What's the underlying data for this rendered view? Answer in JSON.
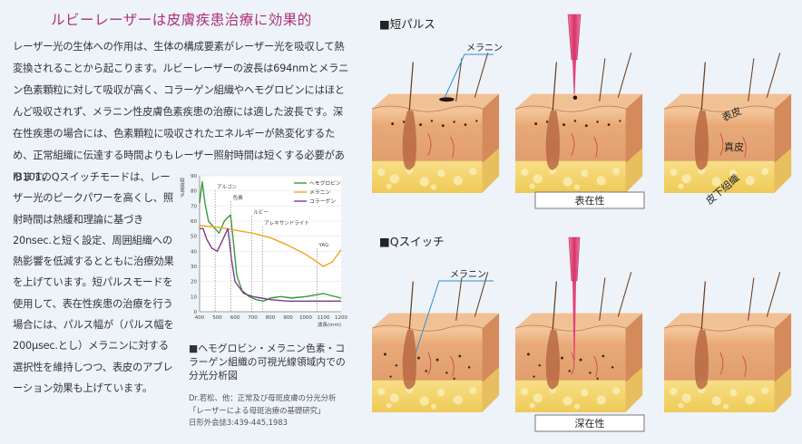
{
  "title": "ルビーレーザーは皮膚疾患治療に効果的",
  "paragraph_full": "レーザー光の生体への作用は、生体の構成要素がレーザー光を吸収して熱変換されることから起こります。ルビーレーザーの波長は694nmとメラニン色素顆粒に対して吸収が高く、コラーゲン組織やヘモグロビンにはほとんど吸収されず、メラニン性皮膚色素疾患の治療には適した波長です。深在性疾患の場合には、色素顆粒に吸収されたエネルギーが熱変化するため、正常組織に伝達する時間よりもレーザー照射時間は短くする必要があります。",
  "paragraph_narrow": "IB101のQスイッチモードは、レーザー光のピークパワーを高くし、照射時間は熱緩和理論に基づき20nsec.と短く設定、周囲組織への熱影響を低減するとともに治療効果を上げています。短パルスモードを使用して、表在性疾患の治療を行う場合には、パルス幅が（パルス幅を200μsec.とし）メラニンに対する選択性を維持しつつ、表皮のアブレーション効果も上げています。",
  "caption": "■ヘモグロビン・メラニン色素・コラーゲン組織の可視光線領域内での分光分析図",
  "citation": {
    "line1": "Dr.若松、他：正常及び母斑皮膚の分光分析",
    "line2": "「レーザーによる母斑治療の基礎研究」",
    "line3": "日形外会誌3:439-445,1983"
  },
  "chart_data": {
    "type": "line",
    "ylabel": "吸収率%",
    "xlabel": "波長(mm)",
    "xlim": [
      400,
      1200
    ],
    "ylim": [
      0,
      90
    ],
    "xticks": [
      400,
      500,
      600,
      700,
      800,
      900,
      1000,
      1100,
      1200
    ],
    "yticks": [
      0,
      10,
      20,
      30,
      40,
      50,
      60,
      70,
      80,
      90
    ],
    "legend_position": "top-right",
    "series": [
      {
        "name": "ヘモグロビン",
        "color": "#3a9a3a",
        "x": [
          400,
          415,
          430,
          450,
          480,
          510,
          540,
          555,
          575,
          590,
          610,
          640,
          680,
          720,
          760,
          800,
          860,
          920,
          1000,
          1100,
          1200
        ],
        "y": [
          72,
          86,
          72,
          60,
          56,
          52,
          60,
          62,
          64,
          48,
          24,
          14,
          10,
          8,
          7,
          9,
          10,
          9,
          10,
          12,
          9
        ]
      },
      {
        "name": "メラニン",
        "color": "#f2a51c",
        "x": [
          400,
          500,
          600,
          700,
          800,
          900,
          1000,
          1050,
          1100,
          1150,
          1200
        ],
        "y": [
          57,
          56,
          54,
          52,
          49,
          44,
          38,
          34,
          30,
          33,
          41
        ]
      },
      {
        "name": "コラーゲン",
        "color": "#7a3d8a",
        "x": [
          400,
          420,
          440,
          470,
          500,
          540,
          560,
          580,
          600,
          650,
          700,
          750,
          800,
          900,
          1000,
          1100,
          1200
        ],
        "y": [
          55,
          55,
          48,
          42,
          40,
          50,
          55,
          35,
          20,
          12,
          10,
          9,
          8,
          7,
          7,
          7,
          7
        ]
      }
    ],
    "vlines": [
      {
        "x": 488,
        "label": "アルゴン"
      },
      {
        "x": 578,
        "label": "色素"
      },
      {
        "x": 694,
        "label": "ルビー"
      },
      {
        "x": 755,
        "label": "アレキサンドライト"
      },
      {
        "x": 1064,
        "label": "YAG"
      }
    ]
  },
  "sections": [
    {
      "heading": "■短パルス",
      "melanin_label": "メラニン",
      "box_label": "表在性"
    },
    {
      "heading": "■Qスイッチ",
      "melanin_label": "メラニン",
      "box_label": "深在性"
    }
  ],
  "layer_labels": {
    "epidermis": "表皮",
    "dermis": "真皮",
    "subcutis": "皮下組織"
  },
  "colors": {
    "title": "#b0307e",
    "background": "#edf3f8",
    "laser": "#e2457a",
    "melanin_line": "#2f8fd0"
  }
}
